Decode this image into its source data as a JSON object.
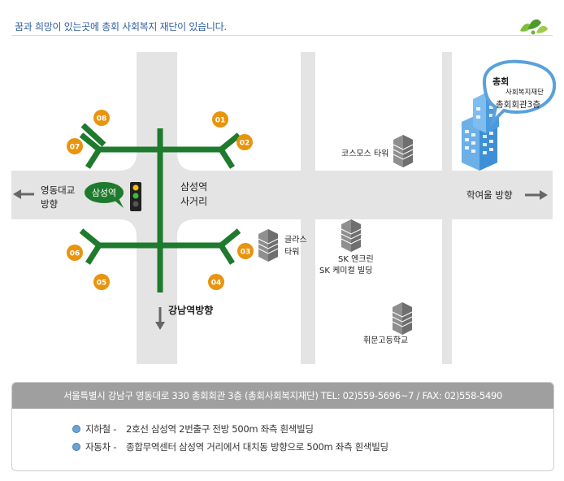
{
  "header": {
    "tagline": "꿈과 희망이 있는곳에 총회 사회복지 재단이 있습니다."
  },
  "map": {
    "labels": {
      "west_dir_line1": "영동대교",
      "west_dir_line2": "방향",
      "east_dir": "학여울 방향",
      "south_dir": "강남역방향",
      "intersection_line1": "삼성역",
      "intersection_line2": "사거리",
      "station_bubble": "삼성역",
      "cosmos": "코스모스 타워",
      "glass_line1": "글라스",
      "glass_line2": "타워",
      "sk_line1": "SK 엔크린",
      "sk_line2": "SK 케미컬 빌딩",
      "school": "휘문고등학교",
      "dest_logo_line1": "총회",
      "dest_logo_line2": "사회복지재단",
      "dest_floor": "총회회관3층"
    },
    "exits": [
      {
        "id": "08",
        "label": "08"
      },
      {
        "id": "01",
        "label": "01"
      },
      {
        "id": "07",
        "label": "07"
      },
      {
        "id": "02",
        "label": "02"
      },
      {
        "id": "06",
        "label": "06"
      },
      {
        "id": "03",
        "label": "03"
      },
      {
        "id": "05",
        "label": "05"
      },
      {
        "id": "04",
        "label": "04"
      }
    ],
    "colors": {
      "road": "#e4e4e4",
      "block": "#ffffff",
      "subway_line": "#1e7a2c",
      "exit_badge": "#e8940f",
      "bubble_border": "#5aa0dc"
    }
  },
  "info": {
    "address": "서울특별시 강남구 영동대로 330 총회회관 3층 (총회사회복지재단)  TEL: 02)559-5696~7 /  FAX: 02)558-5490",
    "subway_label": "지하철 -",
    "subway_text": "2호선 삼성역 2번출구 전방 500m 좌측 흰색빌딩",
    "car_label": "자동차 -",
    "car_text": "종합무역센터 삼성역 거리에서 대치동 방향으로 500m 좌측 흰색빌딩"
  }
}
